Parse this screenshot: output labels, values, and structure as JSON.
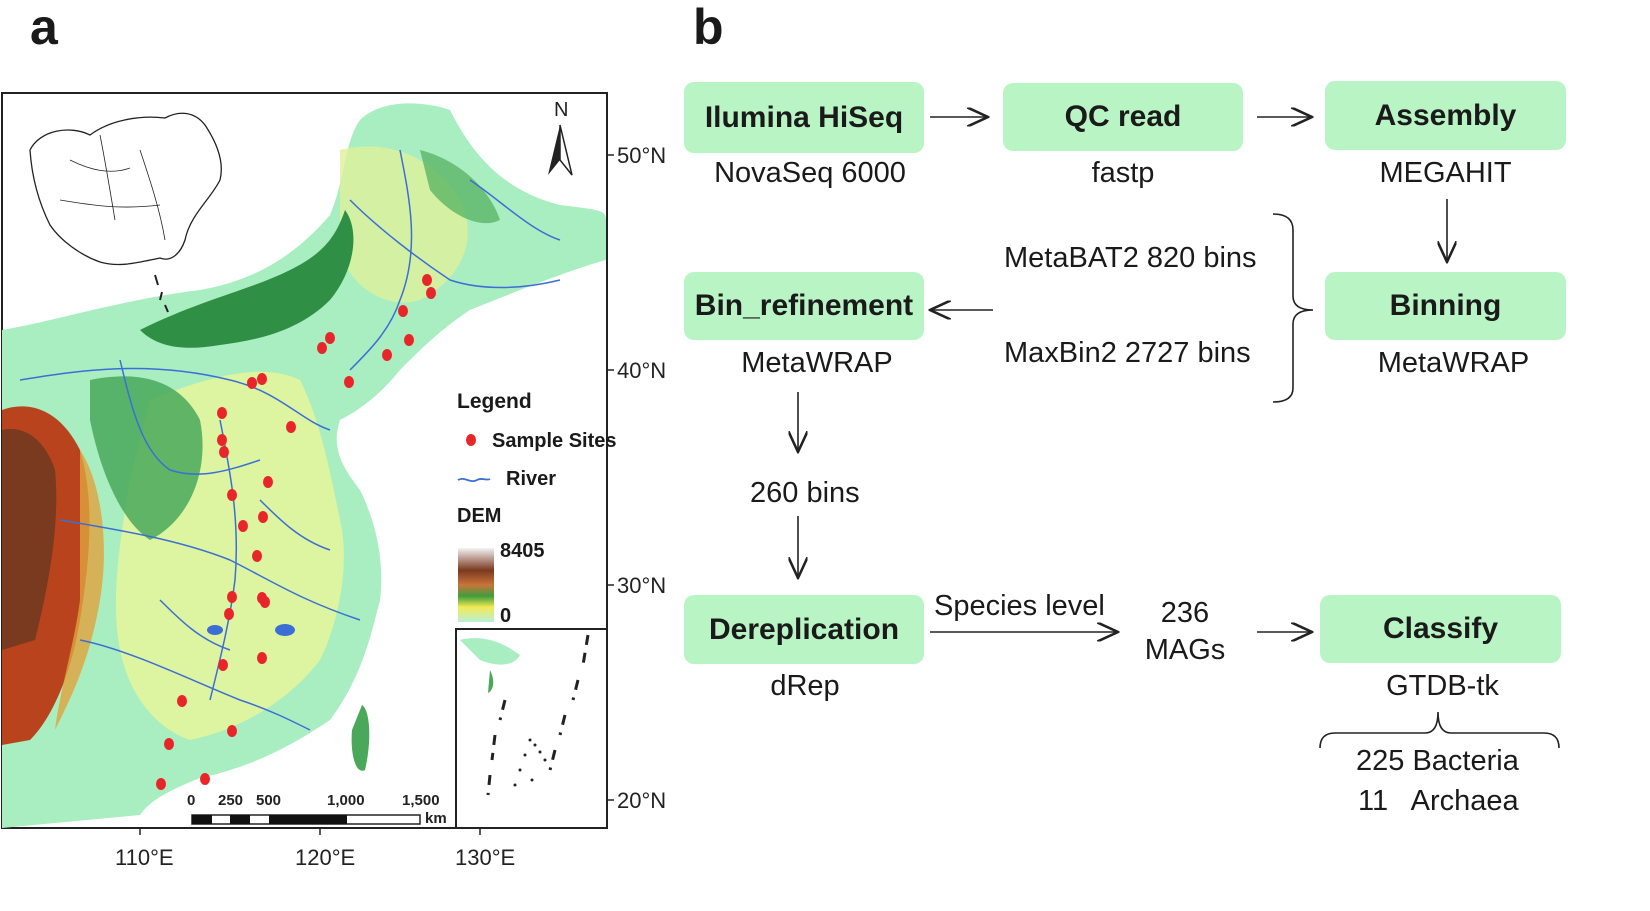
{
  "panels": {
    "a": "a",
    "b": "b"
  },
  "map": {
    "north_label": "N",
    "lat_labels": [
      "50°N",
      "40°N",
      "30°N",
      "20°N"
    ],
    "lon_labels": [
      "110°E",
      "120°E",
      "130°E"
    ],
    "legend": {
      "title": "Legend",
      "sample_sites": "Sample Sites",
      "river": "River",
      "dem": "DEM",
      "dem_max": "8405",
      "dem_min": "0"
    },
    "scale": {
      "ticks": [
        "0",
        "250",
        "500",
        "1,000",
        "1,500"
      ],
      "unit": "km"
    },
    "colors": {
      "sample_site": "#e8262a",
      "river": "#3b6fd6",
      "lowland": "#a8eec0",
      "plain": "#e6f49a",
      "hills": "#2f8f44",
      "mountain": "#b8431c"
    }
  },
  "flow": {
    "boxes": {
      "illumina": "Ilumina HiSeq",
      "qc": "QC read",
      "assembly": "Assembly",
      "bin_refinement": "Bin_refinement",
      "binning": "Binning",
      "dereplication": "Dereplication",
      "classify": "Classify"
    },
    "tools": {
      "illumina": "NovaSeq 6000",
      "qc": "fastp",
      "assembly": "MEGAHIT",
      "bin_refinement": "MetaWRAP",
      "binning": "MetaWRAP",
      "dereplication": "dRep",
      "classify": "GTDB-tk"
    },
    "bin_counts": {
      "metabat": "MetaBAT2 820 bins",
      "maxbin": "MaxBin2 2727 bins"
    },
    "refined_bins": "260 bins",
    "species_level": "Species level",
    "mags": {
      "count": "236",
      "label": "MAGs"
    },
    "classification": {
      "bacteria": "225 Bacteria",
      "archaea": "11   Archaea"
    },
    "box_color": "#b9f5c4"
  }
}
